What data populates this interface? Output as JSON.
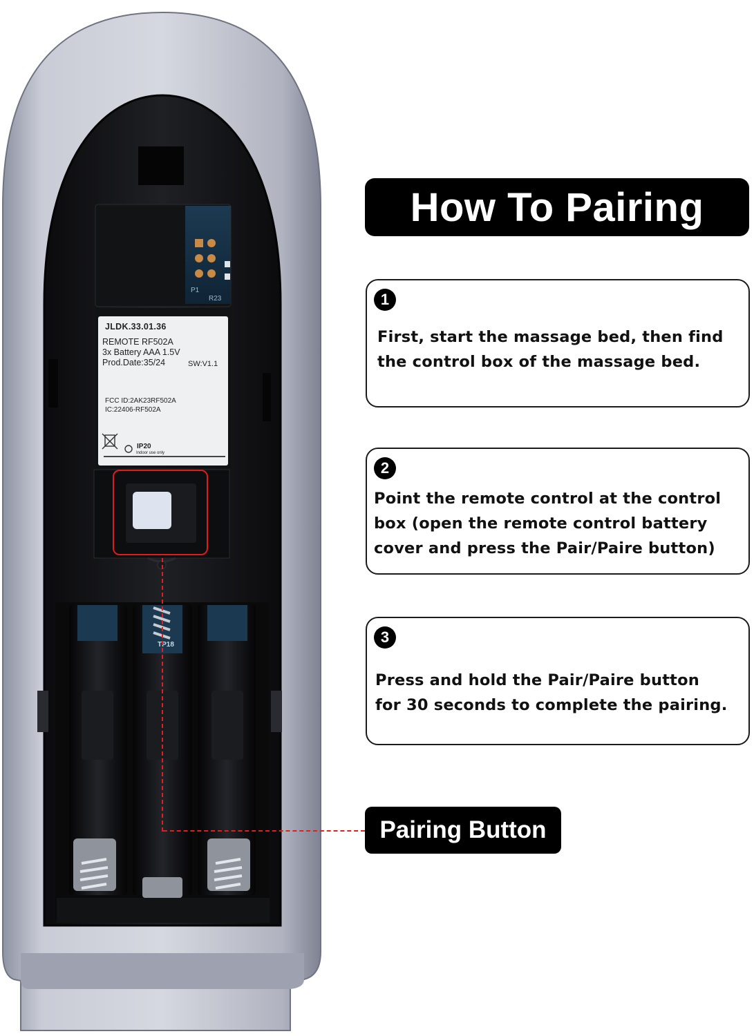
{
  "title": "How To Pairing",
  "steps": [
    {
      "number": "1",
      "lines": [
        "First, start the massage bed, then find",
        "the control box of the massage bed."
      ]
    },
    {
      "number": "2",
      "lines": [
        "Point the remote control at the control",
        "box (open the remote control battery",
        "cover and press the Pair/Paire button)"
      ]
    },
    {
      "number": "3",
      "lines": [
        "Press and hold the Pair/Paire button",
        "for 30 seconds to complete the pairing."
      ]
    }
  ],
  "callout": "Pairing Button",
  "device_label": {
    "code": "JLDK.33.01.36",
    "model": "REMOTE  RF502A",
    "battery": "3x Battery AAA 1.5V",
    "prod_date": "Prod.Date:35/24",
    "sw": "SW:V1.1",
    "fcc": "FCC ID:2AK23RF502A",
    "ic": "IC:22406-RF502A",
    "ip": "IP20",
    "indoor": "Indoor use only"
  },
  "pcb": {
    "p1": "P1",
    "r23": "R23",
    "tp": "TP18"
  },
  "colors": {
    "accent": "#e02020",
    "pill": "#000000",
    "casing": "#b9bcc6"
  }
}
